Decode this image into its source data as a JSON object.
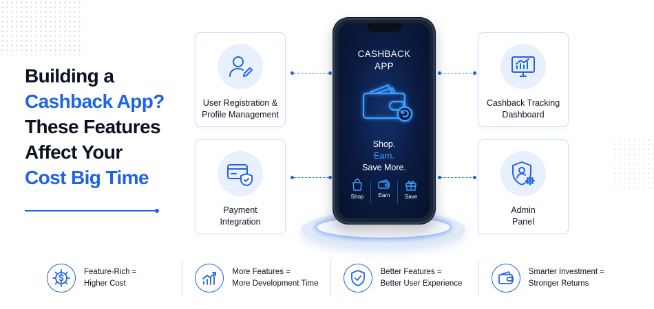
{
  "headline": {
    "line1": "Building a",
    "line2": "Cashback App?",
    "line3": "These Features",
    "line4": "Affect Your",
    "line5": "Cost Big Time"
  },
  "features": {
    "user_registration": {
      "line1": "User Registration &",
      "line2": "Profile Management",
      "icon": "user-edit-icon"
    },
    "payment_integration": {
      "line1": "Payment",
      "line2": "Integration",
      "icon": "card-shield-icon"
    },
    "cashback_tracking": {
      "line1": "Cashback Tracking",
      "line2": "Dashboard",
      "icon": "monitor-chart-icon"
    },
    "admin_panel": {
      "line1": "Admin",
      "line2": "Panel",
      "icon": "admin-shield-gear-icon"
    }
  },
  "phone": {
    "app_title_1": "CASHBACK",
    "app_title_2": "APP",
    "tagline_1": "Shop.",
    "tagline_2": "Earn.",
    "tagline_3": "Save More.",
    "tabs": [
      {
        "label": "Shop",
        "icon": "shopping-bag-icon"
      },
      {
        "label": "Earn",
        "icon": "wallet-icon"
      },
      {
        "label": "Save",
        "icon": "gift-icon"
      }
    ]
  },
  "bottom": [
    {
      "line1": "Feature-Rich =",
      "line2": "Higher Cost",
      "icon": "gear-dollar-icon"
    },
    {
      "line1": "More Features =",
      "line2": "More Development Time",
      "icon": "growth-chart-icon"
    },
    {
      "line1": "Better Features =",
      "line2": "Better User Experience",
      "icon": "shield-check-icon"
    },
    {
      "line1": "Smarter Investment =",
      "line2": "Stronger Returns",
      "icon": "wallet-icon"
    }
  ],
  "colors": {
    "accent": "#1f63e6",
    "screen_bg": "#0a1a3f",
    "neon": "#3ea0ff"
  }
}
